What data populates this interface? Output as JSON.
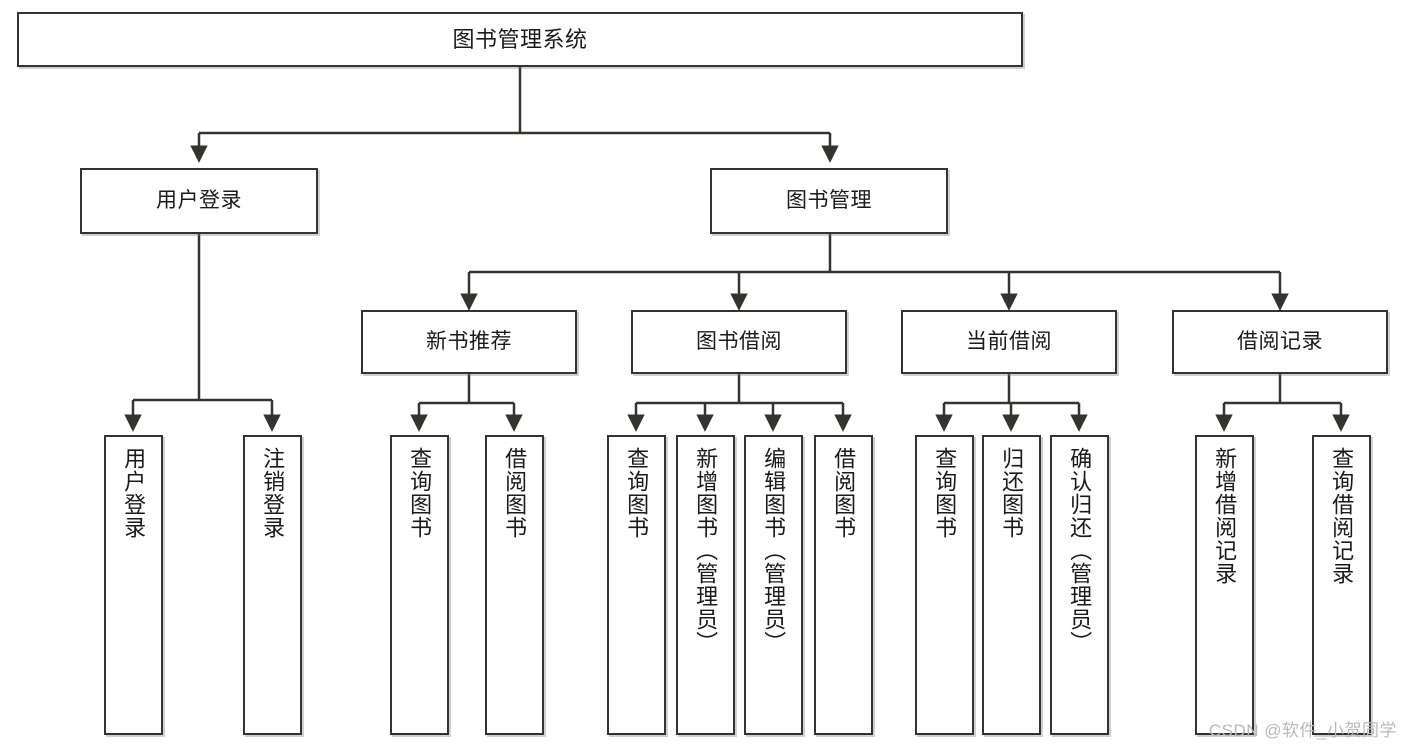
{
  "diagram": {
    "type": "tree",
    "title": "图书管理系统",
    "watermark": "CSDN @软件_小贺同学",
    "line_color": "#33332f",
    "box_fill": "#ffffff",
    "text_color": "#1a1a1a",
    "nodes": {
      "root": {
        "label": "图书管理系统"
      },
      "l2": [
        {
          "label": "用户登录"
        },
        {
          "label": "图书管理"
        }
      ],
      "l3": [
        {
          "label": "新书推荐"
        },
        {
          "label": "图书借阅"
        },
        {
          "label": "当前借阅"
        },
        {
          "label": "借阅记录"
        }
      ],
      "leaves": {
        "user_login": [
          {
            "label": "用户登录"
          },
          {
            "label": "注销登录"
          }
        ],
        "new_book": [
          {
            "label": "查询图书"
          },
          {
            "label": "借阅图书"
          }
        ],
        "borrow": [
          {
            "label": "查询图书"
          },
          {
            "label": "新增图书（管理员）"
          },
          {
            "label": "编辑图书（管理员）"
          },
          {
            "label": "借阅图书"
          }
        ],
        "current": [
          {
            "label": "查询图书"
          },
          {
            "label": "归还图书"
          },
          {
            "label": "确认归还（管理员）"
          }
        ],
        "records": [
          {
            "label": "新增借阅记录"
          },
          {
            "label": "查询借阅记录"
          }
        ]
      }
    }
  }
}
